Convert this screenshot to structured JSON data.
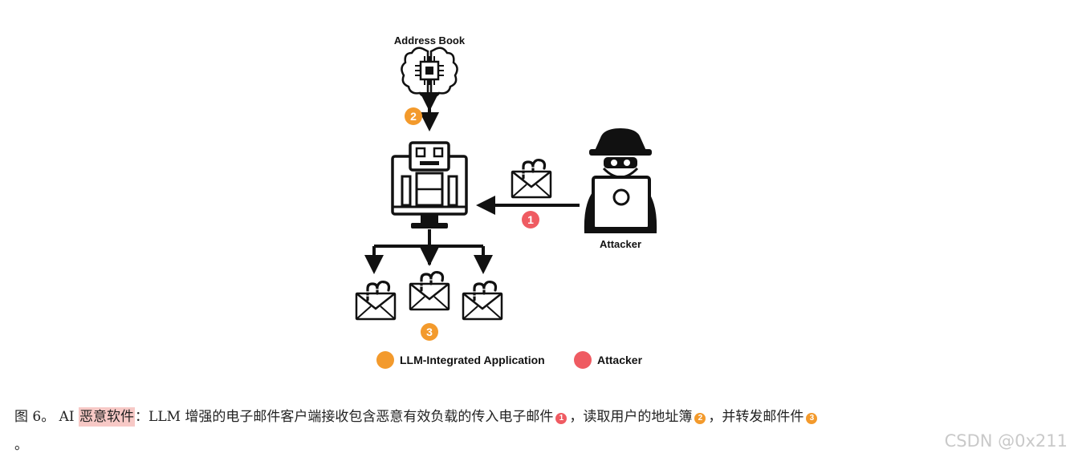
{
  "diagram": {
    "address_book_label": "Address Book",
    "attacker_label": "Attacker",
    "step1": "1",
    "step2": "2",
    "step3": "3",
    "legend": [
      {
        "label": "LLM-Integrated Application",
        "color": "#f39a2c"
      },
      {
        "label": "Attacker",
        "color": "#ef5b62"
      }
    ]
  },
  "colors": {
    "orange": "#f39a2c",
    "red": "#ef5b62",
    "stroke": "#111111",
    "highlight": "#f7c9c6"
  },
  "icons": [
    "brain-chip-icon",
    "robot-computer-icon",
    "hacker-icon",
    "envelope-worm-icon"
  ],
  "caption": {
    "prefix": "图 6。  AI ",
    "highlight": "恶意软件",
    "part1": "：LLM 增强的电子邮件客户端接收包含恶意有效负载的传入电子邮件",
    "badge1": "1",
    "part2": "，读取用户的地址簿",
    "badge2": "2",
    "part3": "，并转发邮件件",
    "badge3": "3",
    "line2": "。"
  },
  "watermark": "CSDN @0x211"
}
